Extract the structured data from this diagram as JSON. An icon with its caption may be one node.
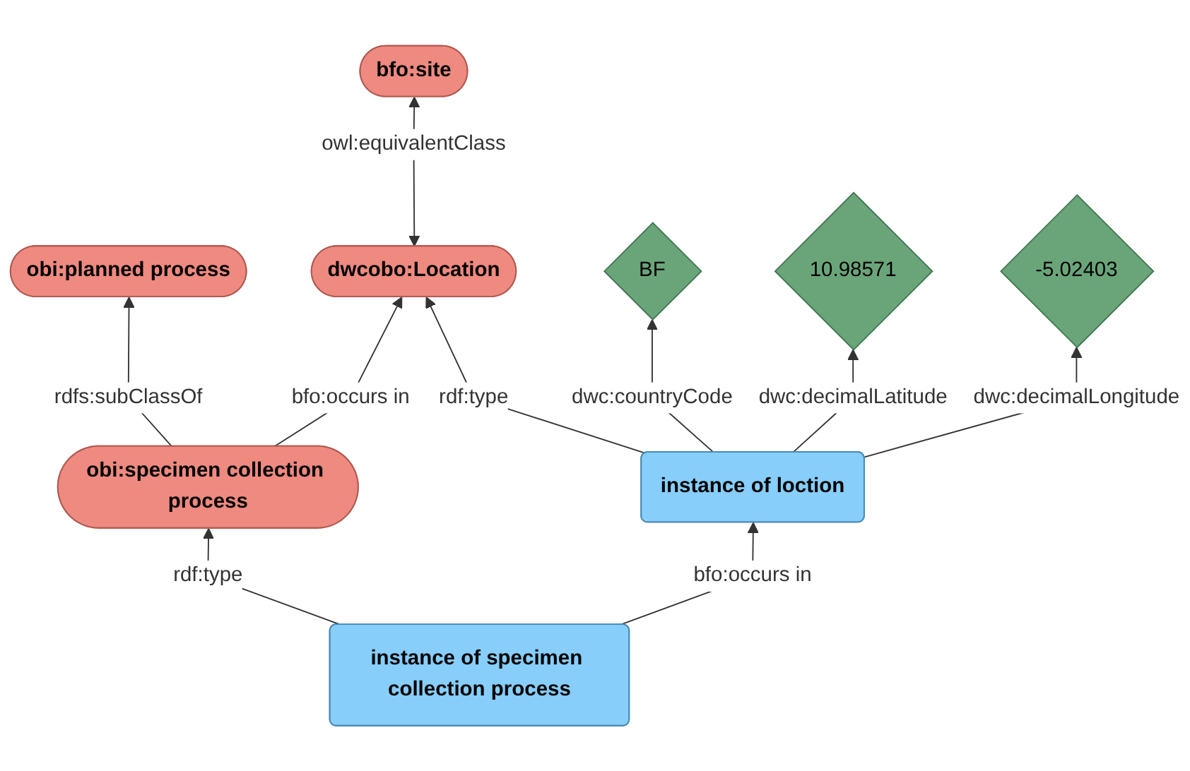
{
  "diagram": {
    "nodes": [
      {
        "text": [
          "obi:planned process"
        ]
      },
      {
        "text": [
          "bfo:site"
        ]
      },
      {
        "text": [
          "obi:specimen collection process"
        ]
      },
      {
        "text": [
          "dwcobo:Location"
        ]
      },
      {
        "text": [
          "instance of specimen collection process"
        ]
      },
      {
        "text": [
          "instance of loction"
        ]
      },
      {
        "text": [
          "BF"
        ]
      },
      {
        "text": [
          "10.98571"
        ]
      },
      {
        "text": [
          "-5.02403"
        ]
      }
    ],
    "edges": [
      {
        "from": 2,
        "to": 0,
        "arrow": "to",
        "label": "rdfs:subClassOf"
      },
      {
        "from": 3,
        "to": 1,
        "arrow": "both",
        "label": "owl:equivalentClass"
      },
      {
        "from": 2,
        "to": 3,
        "arrow": "to",
        "label": "bfo:occurs in"
      },
      {
        "from": 4,
        "to": 2,
        "arrow": "to",
        "label": "rdf:type"
      },
      {
        "from": 5,
        "to": 3,
        "arrow": "to",
        "label": "rdf:type"
      },
      {
        "from": 4,
        "to": 5,
        "arrow": "to",
        "label": "bfo:occurs in"
      },
      {
        "from": 5,
        "to": 6,
        "arrow": "to",
        "label": "dwc:countryCode"
      },
      {
        "from": 5,
        "to": 7,
        "arrow": "to",
        "label": "dwc:decimalLatitude"
      },
      {
        "from": 5,
        "to": 8,
        "arrow": "to",
        "label": "dwc:decimalLongitude"
      }
    ]
  }
}
